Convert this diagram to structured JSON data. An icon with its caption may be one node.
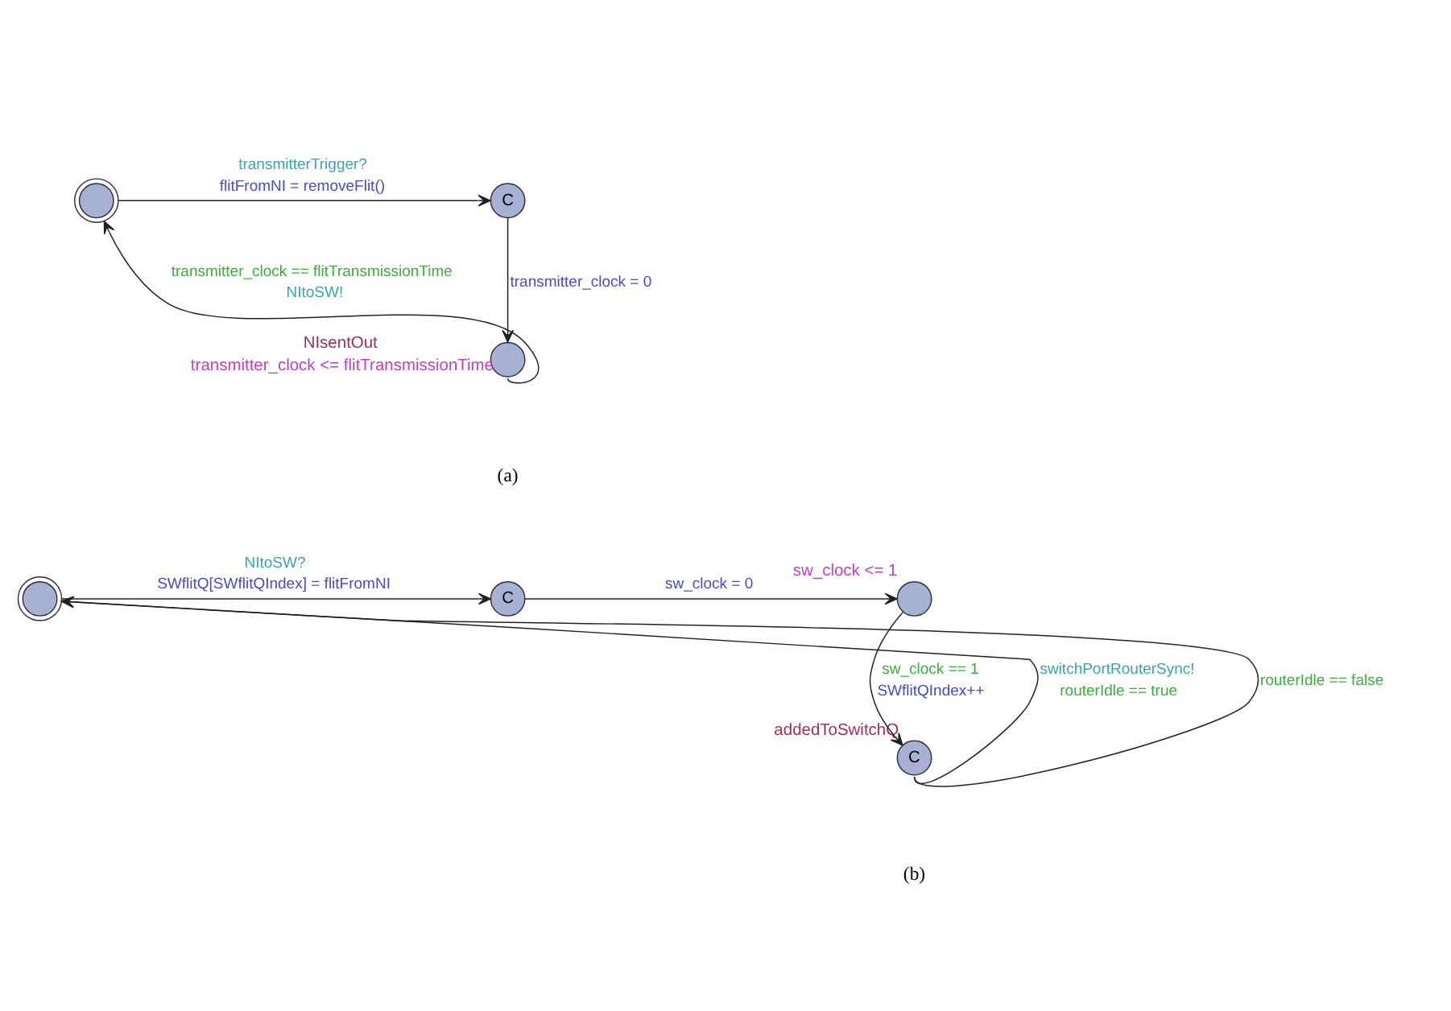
{
  "diagram": {
    "nodes": [
      {
        "text": [],
        "shape": "circle"
      },
      {
        "text": [
          "C"
        ]
      },
      {
        "text": [],
        "shape": "circle",
        "beside": [
          "NIsentOut",
          "transmitter_clock <= flitTransmissionTime"
        ]
      },
      {
        "text": [],
        "shape": "circle"
      },
      {
        "text": [
          "C"
        ]
      },
      {
        "text": [],
        "shape": "circle",
        "beside": [
          "sw_clock <= 1"
        ]
      },
      {
        "text": [
          "C"
        ],
        "beside": [
          "addedToSwitchQ"
        ]
      }
    ],
    "edges": [
      {
        "from": 0,
        "to": 1,
        "arrow": "to",
        "label": [
          "transmitterTrigger?",
          "flitFromNI = removeFlit()"
        ]
      },
      {
        "from": 1,
        "to": 2,
        "arrow": "to",
        "label": [
          "transmitter_clock = 0"
        ]
      },
      {
        "from": 2,
        "to": 0,
        "arrow": "to",
        "label": [
          "transmitter_clock == flitTransmissionTime",
          "NItoSW!"
        ]
      },
      {
        "from": 3,
        "to": 4,
        "arrow": "to",
        "label": [
          "NItoSW?",
          "SWflitQ[SWflitQIndex] = flitFromNI"
        ]
      },
      {
        "from": 4,
        "to": 5,
        "arrow": "to",
        "label": [
          "sw_clock = 0"
        ]
      },
      {
        "from": 5,
        "to": 6,
        "arrow": "to",
        "label": [
          "sw_clock == 1",
          "SWflitQIndex++"
        ]
      },
      {
        "from": 6,
        "to": 3,
        "arrow": "to",
        "label": [
          "switchPortRouterSync!",
          "routerIdle == true"
        ]
      },
      {
        "from": 6,
        "to": 3,
        "arrow": "to",
        "label": [
          "routerIdle == false"
        ]
      }
    ],
    "labels": [
      "(a)",
      "(b)"
    ]
  }
}
